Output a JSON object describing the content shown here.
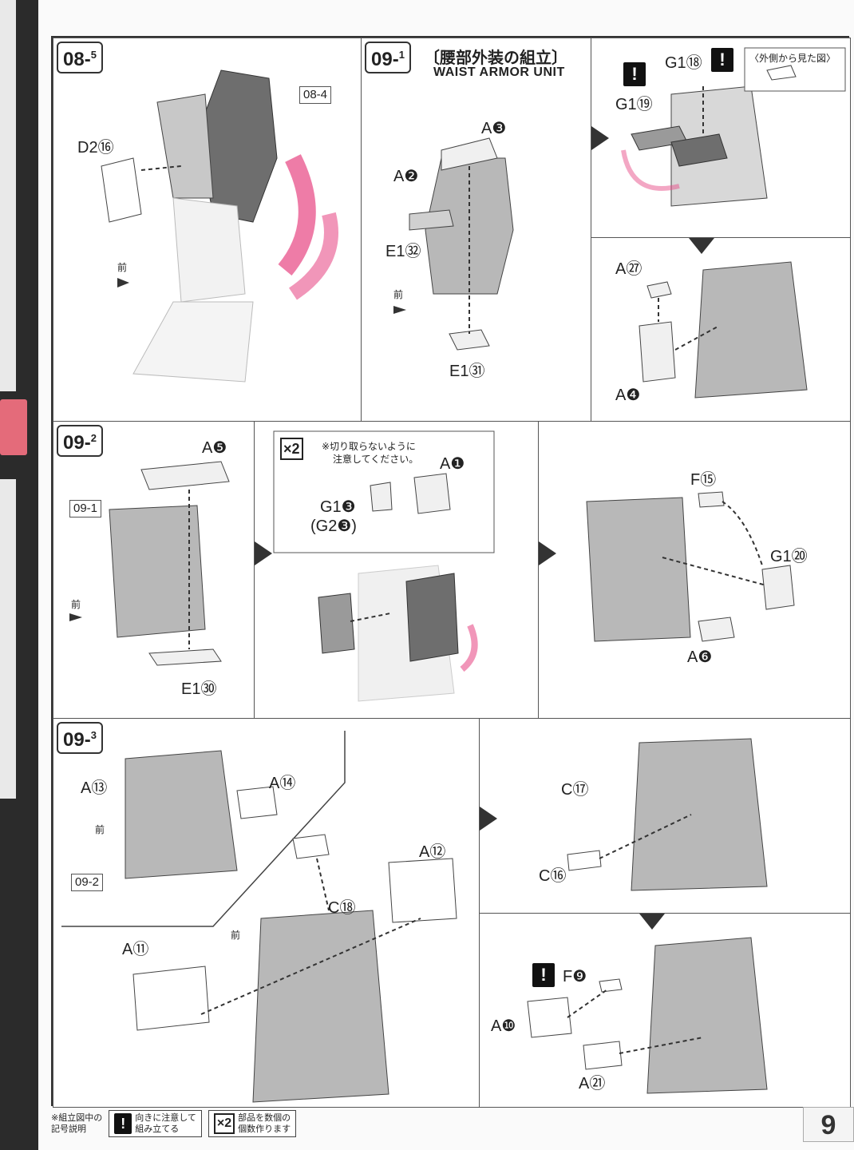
{
  "page_number": "9",
  "front_label": "前",
  "steps": {
    "s08_5": {
      "step": "08",
      "sub": "5",
      "ref": "08-4",
      "part": "D2⑯",
      "arrows": [
        "1",
        "2",
        "3"
      ]
    },
    "s09_1": {
      "step": "09",
      "sub": "1",
      "title_jp": "〔腰部外装の組立〕",
      "title_en": "WAIST ARMOR UNIT",
      "parts": [
        "A❸",
        "A❷",
        "E1㉜",
        "E1㉛"
      ]
    },
    "s09_1b": {
      "parts": [
        "G1⑱",
        "G1⑲"
      ],
      "note": "〈外側から見た図〉",
      "arrows": [
        "1",
        "2"
      ]
    },
    "s09_1c": {
      "parts": [
        "A㉗",
        "A❹"
      ],
      "arrows": [
        "1",
        "2"
      ]
    },
    "s09_2": {
      "step": "09",
      "sub": "2",
      "ref": "09-1",
      "parts": [
        "A❺",
        "E1㉚"
      ]
    },
    "s09_2b": {
      "x2": "×2",
      "note_line1": "※切り取らないように",
      "note_line2": "注意してください。",
      "parts": [
        "A❶",
        "G1❸",
        "(G2❸)"
      ]
    },
    "s09_2c": {
      "parts": [
        "F⑮",
        "G1⑳",
        "A❻"
      ],
      "arrows": [
        "1",
        "2",
        "3",
        "4"
      ]
    },
    "s09_3": {
      "step": "09",
      "sub": "3",
      "ref": "09-2",
      "parts": [
        "A⑬",
        "A⑭",
        "C⑱",
        "A⑫",
        "A⑪"
      ]
    },
    "s09_3b": {
      "parts": [
        "C⑰",
        "C⑯"
      ]
    },
    "s09_3c": {
      "parts": [
        "F❾",
        "A❿",
        "A㉑"
      ]
    }
  },
  "legend": {
    "caption_line1": "※組立図中の",
    "caption_line2": "記号説明",
    "warn_symbol": "!",
    "warn_line1": "向きに注意して",
    "warn_line2": "組み立てる",
    "x2_symbol": "×2",
    "x2_line1": "部品を数個の",
    "x2_line2": "個数作ります"
  },
  "colors": {
    "accent": "#e8508a",
    "frame": "#333333",
    "part_gray": "#b8b8b8",
    "part_dark": "#6e6e6e"
  }
}
